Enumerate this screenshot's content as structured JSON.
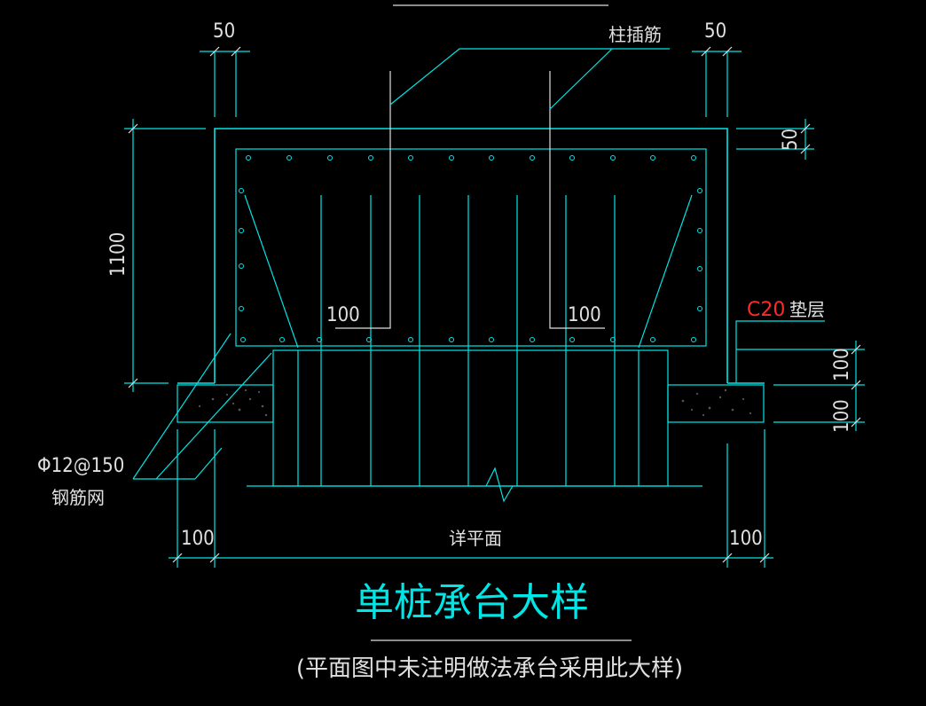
{
  "dimensions": {
    "top_left_50": "50",
    "top_right_50": "50",
    "right_50": "50",
    "left_1100": "1100",
    "inner_left_100": "100",
    "inner_right_100": "100",
    "right_100_upper": "100",
    "right_100_lower": "100",
    "bottom_left_100": "100",
    "bottom_right_100": "100"
  },
  "labels": {
    "column_rebar": "柱插筋",
    "concrete_grade": "C20",
    "cushion_layer": "垫层",
    "rebar_spec": "Φ12@150",
    "rebar_mesh": "钢筋网",
    "detail_plan": "详平面"
  },
  "title": "单桩承台大样",
  "subtitle": "(平面图中未注明做法承台采用此大样)",
  "colors": {
    "linework": "#00e5e5",
    "text": "#e0e0e0",
    "concrete_grade": "#ff2a2a",
    "background": "#000000"
  }
}
